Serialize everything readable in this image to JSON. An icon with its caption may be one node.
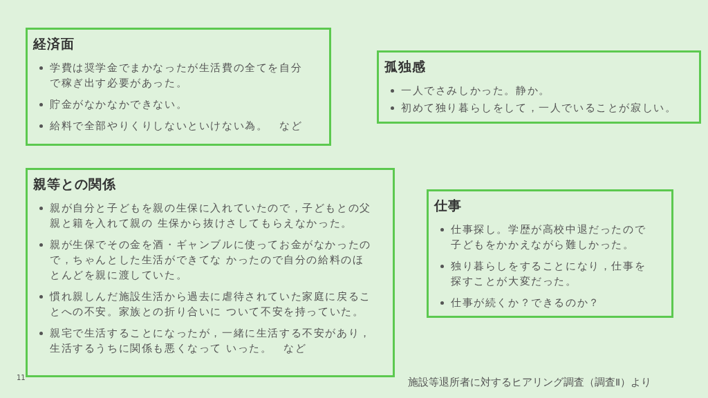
{
  "diagram": {
    "nodes": [
      {
        "text": [
          "経済面",
          "学費は奨学金でまかなったが生活費の全てを自分で稼ぎ出す必要があった。",
          "貯金がなかなかできない。",
          "給料で全部やりくりしないといけない為。　など"
        ]
      },
      {
        "text": [
          "孤独感",
          "一人でさみしかった。静か。",
          "初めて独り暮らしをして，一人でいることが寂しい。"
        ]
      },
      {
        "text": [
          "親等との関係",
          "親が自分と子どもを親の生保に入れていたので，子どもとの父親と籍を入れて親の 生保から抜けさしてもらえなかった。",
          "親が生保でその金を酒・ギャンブルに使ってお金がなかったので，ちゃんとした生活ができてな かったので自分の給料のほとんどを親に渡していた。",
          "慣れ親しんだ施設生活から過去に虐待されていた家庭に戻ることへの不安。家族との折り合いに ついて不安を持っていた。",
          "親宅で生活することになったが，一緒に生活する不安があり，生活するうちに関係も悪くなって いった。　など"
        ]
      },
      {
        "text": [
          "仕事",
          "仕事探し。学歴が高校中退だったので子どもをかかえながら難しかった。",
          "独り暮らしをすることになり，仕事を探すことが大変だった。",
          "仕事が続くか？できるのか？"
        ]
      }
    ],
    "labels": [
      "11",
      "施設等退所者に対するヒアリング調査（調査Ⅱ）より"
    ]
  }
}
